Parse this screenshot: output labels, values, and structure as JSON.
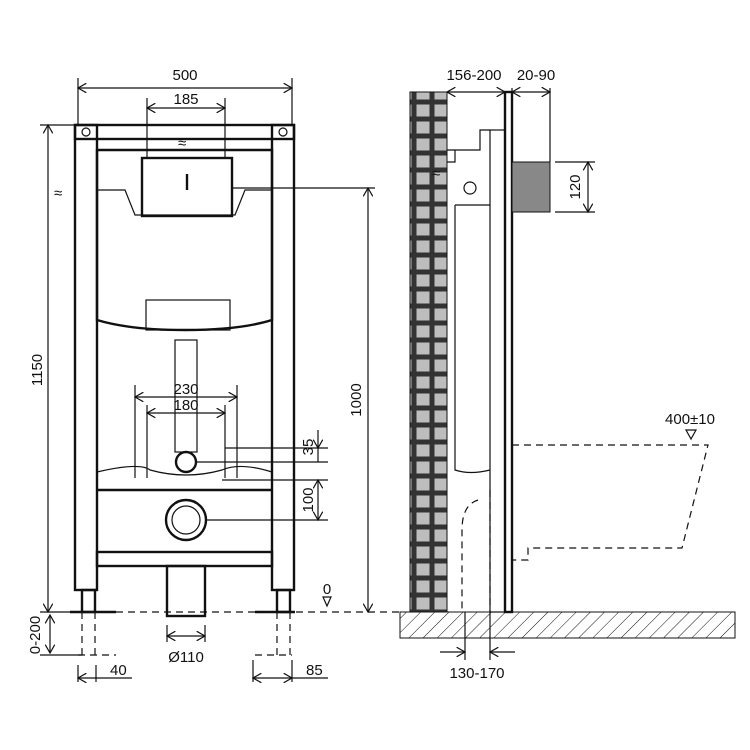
{
  "front_view": {
    "width_total": "500",
    "flush_plate_width": "185",
    "height_total": "1150",
    "drain_height": "1000",
    "stud_spacing_outer": "230",
    "stud_spacing_inner": "180",
    "offset_small": "35",
    "offset_drain": "100",
    "floor_level": "0",
    "leg_adjust": "0-200",
    "foot_width_left": "40",
    "pipe_diameter": "Ø110",
    "foot_width_right": "85"
  },
  "side_view": {
    "frame_depth": "156-200",
    "wall_offset": "20-90",
    "pipe_height": "120",
    "bowl_height": "400±10",
    "drain_depth": "130-170"
  },
  "colors": {
    "line": "#111111",
    "tile_dark": "#333333",
    "tile_light": "#bdbdbd"
  }
}
